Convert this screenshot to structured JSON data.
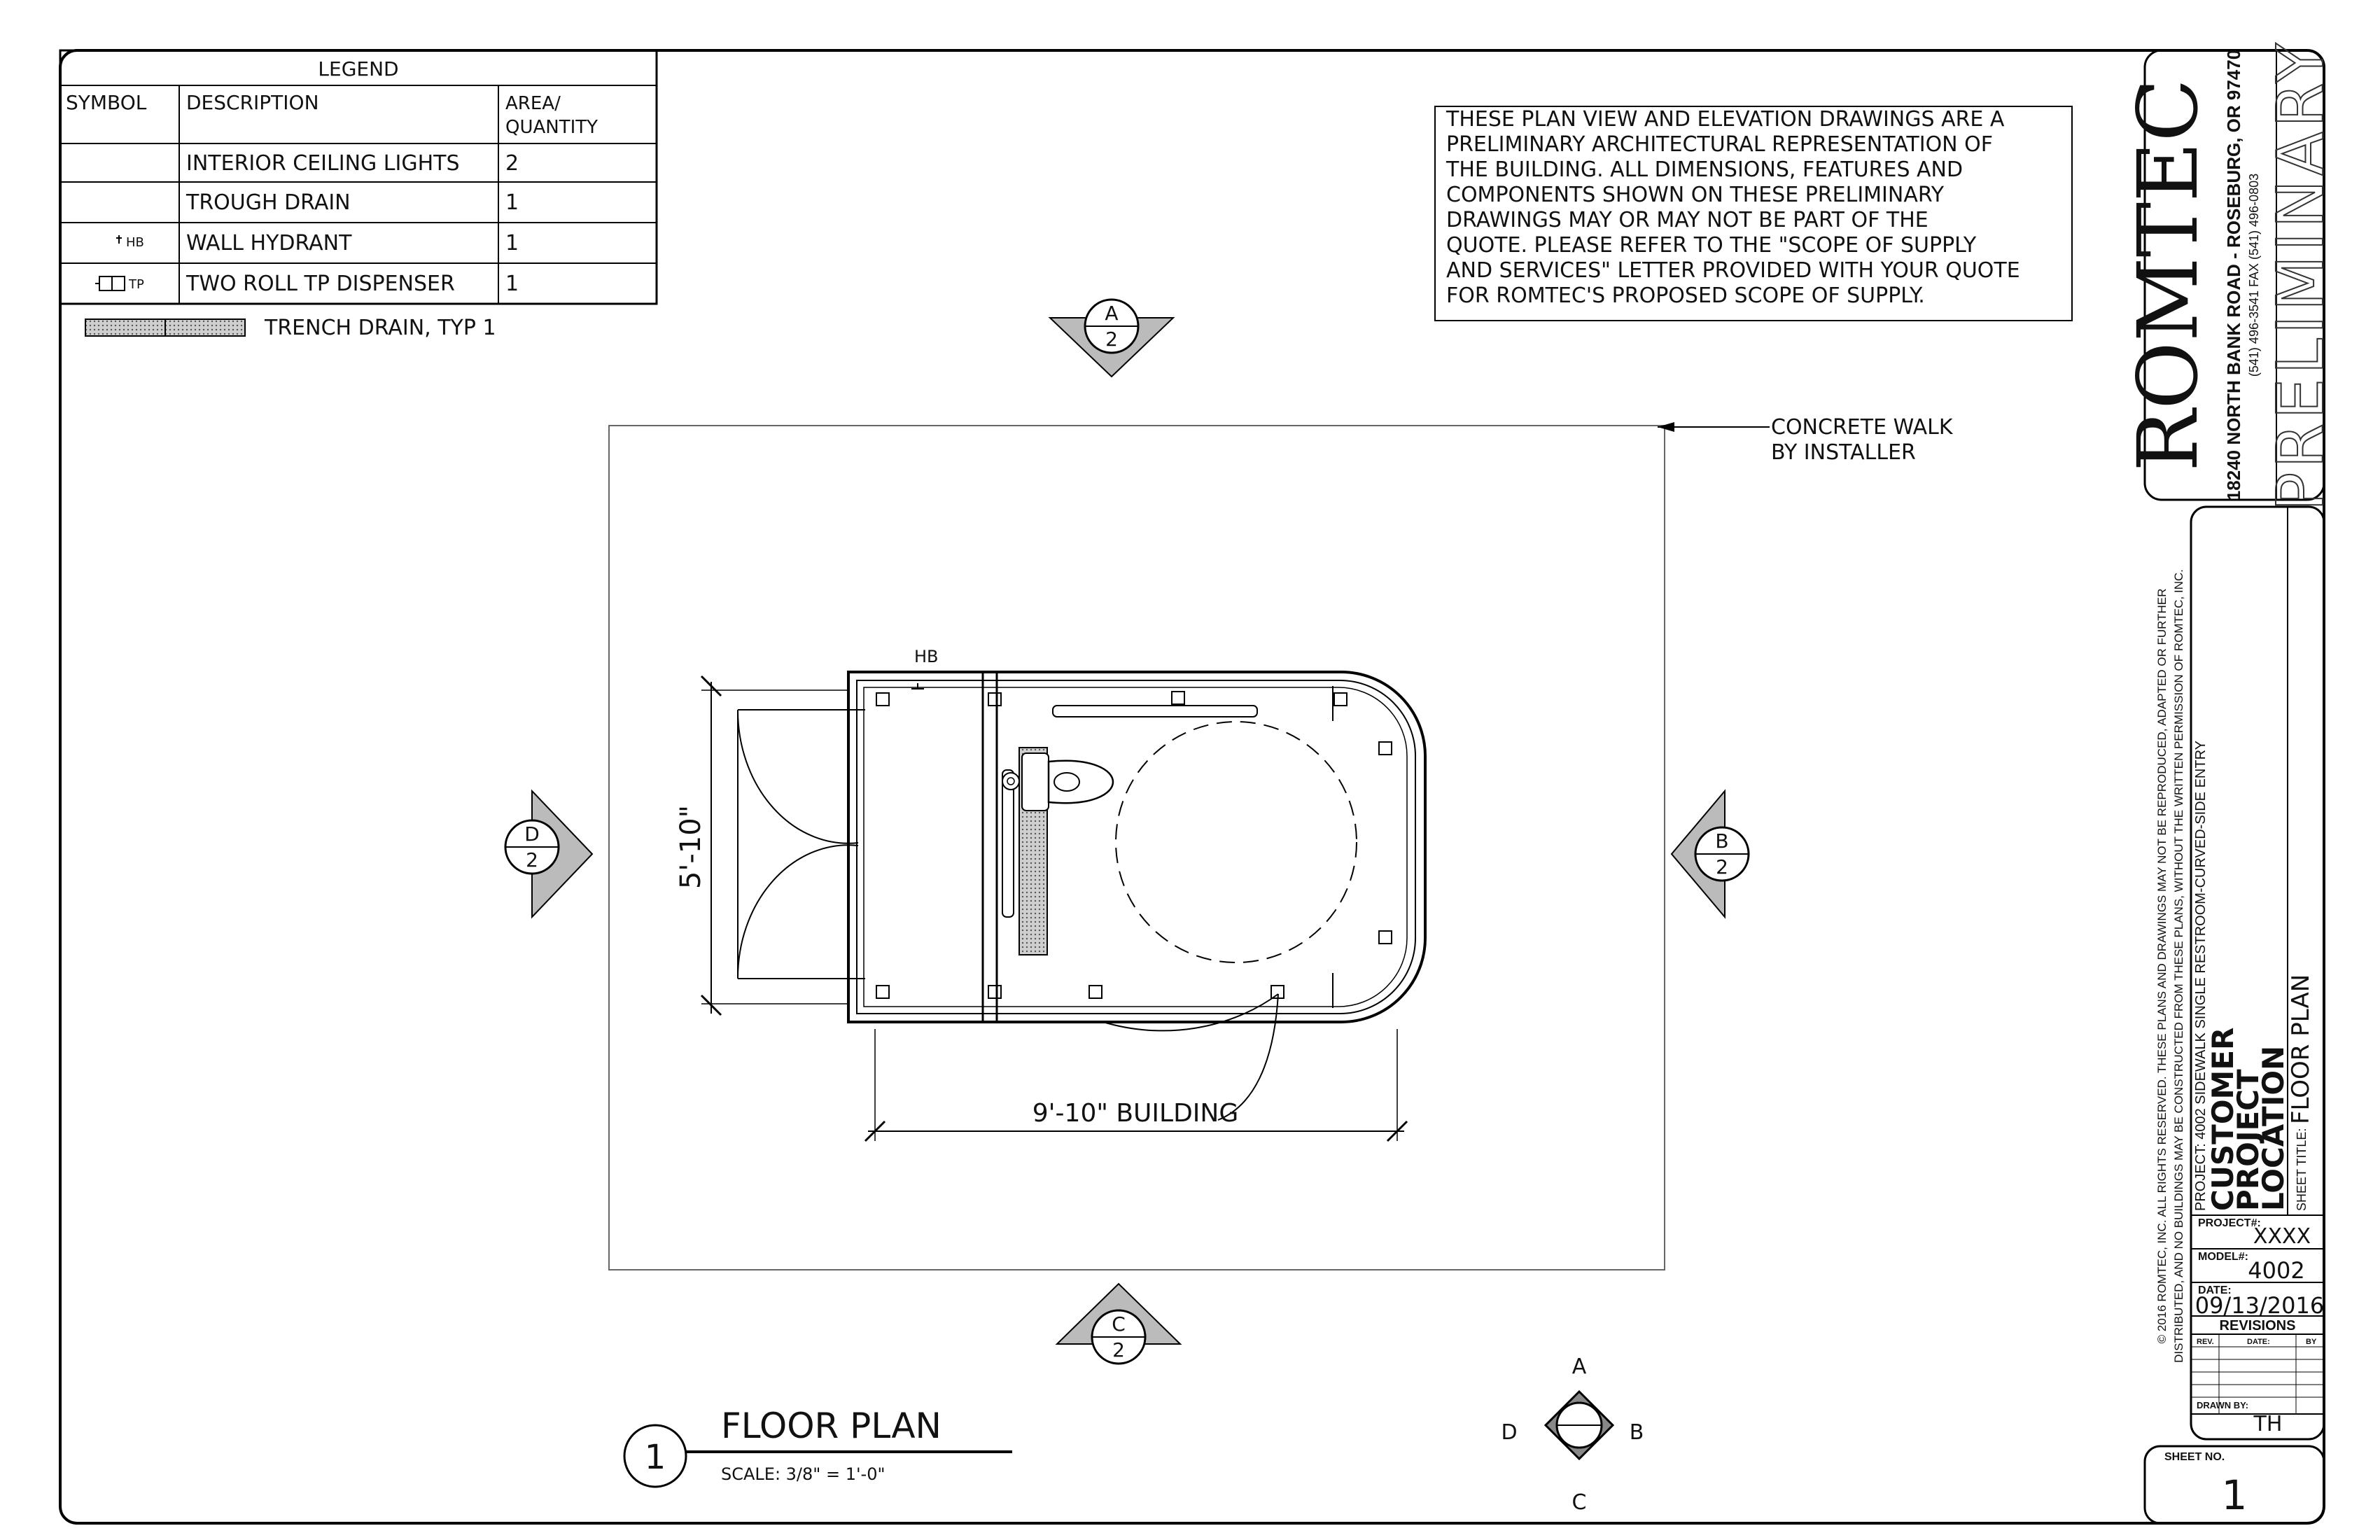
{
  "legend": {
    "title": "LEGEND",
    "headers": {
      "symbol": "SYMBOL",
      "description": "DESCRIPTION",
      "area1": "AREA/",
      "area2": "QUANTITY"
    },
    "rows": [
      {
        "symbol": "",
        "description": "INTERIOR CEILING LIGHTS",
        "qty": "2"
      },
      {
        "symbol": "",
        "description": "TROUGH DRAIN",
        "qty": "1"
      },
      {
        "symbol": "HB",
        "description": "WALL HYDRANT",
        "qty": "1"
      },
      {
        "symbol": "TP",
        "description": "TWO ROLL TP DISPENSER",
        "qty": "1"
      }
    ],
    "trench_label": "TRENCH DRAIN, TYP 1"
  },
  "disclaimer": [
    "THESE PLAN VIEW AND ELEVATION DRAWINGS ARE A",
    "PRELIMINARY ARCHITECTURAL REPRESENTATION OF",
    "THE BUILDING. ALL DIMENSIONS, FEATURES AND",
    "COMPONENTS SHOWN ON THESE PRELIMINARY",
    "DRAWINGS MAY OR MAY NOT BE PART OF THE",
    "QUOTE. PLEASE REFER TO THE \"SCOPE OF SUPPLY",
    "AND SERVICES\" LETTER PROVIDED WITH YOUR QUOTE",
    "FOR ROMTEC'S PROPOSED SCOPE OF SUPPLY."
  ],
  "callouts": {
    "concrete_line1": "CONCRETE WALK",
    "concrete_line2": "BY INSTALLER",
    "hb": "HB",
    "dim_width": "5'-10\"",
    "dim_length": "9'-10\" BUILDING"
  },
  "section_markers": [
    {
      "letter": "A",
      "sheet": "2"
    },
    {
      "letter": "B",
      "sheet": "2"
    },
    {
      "letter": "C",
      "sheet": "2"
    },
    {
      "letter": "D",
      "sheet": "2"
    }
  ],
  "compass": {
    "a": "A",
    "b": "B",
    "c": "C",
    "d": "D"
  },
  "view_title": {
    "number": "1",
    "title": "FLOOR PLAN",
    "scale": "SCALE: 3/8\" = 1'-0\""
  },
  "title_block": {
    "company": "ROMTEC",
    "address": "18240 NORTH BANK ROAD - ROSEBURG, OR 97470",
    "phones": "(541) 496-3541    FAX (541) 496-0803",
    "status": "PRELIMINARY",
    "copyright1": "© 2016 ROMTEC, INC. ALL RIGHTS RESERVED. THESE PLANS AND DRAWINGS MAY NOT BE REPRODUCED, ADAPTED OR FURTHER",
    "copyright2": "DISTRIBUTED, AND NO BUILDINGS MAY BE CONSTRUCTED FROM THESE PLANS, WITHOUT THE WRITTEN PERMISSION OF ROMTEC, INC.",
    "project": "PROJECT: 4002 SIDEWALK SINGLE RESTROOM-CURVED-SIDE ENTRY",
    "customer": "CUSTOMER",
    "project_word": "PROJECT",
    "location": "LOCATION",
    "sheet_title_label": "SHEET TITLE:",
    "sheet_title": "FLOOR PLAN",
    "project_no_label": "PROJECT#:",
    "project_no": "XXXX",
    "model_label": "MODEL#:",
    "model": "4002",
    "date_label": "DATE:",
    "date": "09/13/2016",
    "revisions": "REVISIONS",
    "rev_col": "REV.",
    "date_col": "DATE:",
    "by_col": "BY",
    "drawn_by_label": "DRAWN BY:",
    "drawn_by": "TH",
    "sheet_no_label": "SHEET NO.",
    "sheet_no": "1"
  }
}
